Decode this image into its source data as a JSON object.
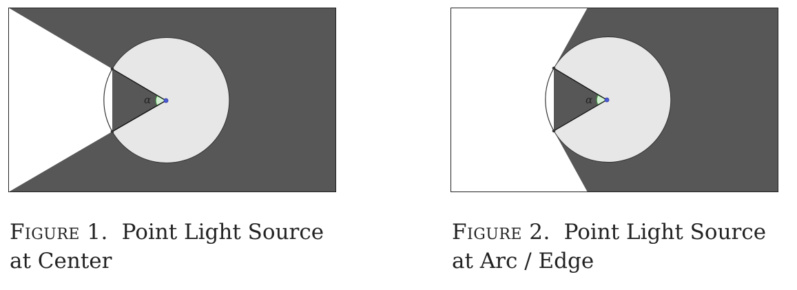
{
  "figures": [
    {
      "caption_prefix": "Figure 1.",
      "caption_line1": "Point Light Source",
      "caption_line2": "at Center",
      "angle_label": "α"
    },
    {
      "caption_prefix": "Figure 2.",
      "caption_line1": "Point Light Source",
      "caption_line2": "at Arc / Edge",
      "angle_label": "α"
    }
  ],
  "colors": {
    "shadow": "#575757",
    "disc": "#e7e7e7",
    "lit": "#ffffff",
    "outline": "#333333",
    "light_point": "#4b5bd6",
    "angle_fill": "#d4f0d4",
    "angle_stroke": "#3c9a3c"
  }
}
